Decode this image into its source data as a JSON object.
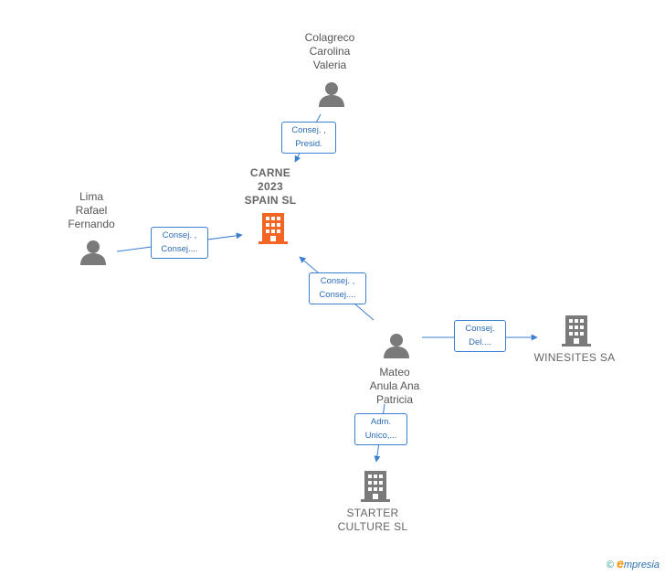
{
  "colors": {
    "person": "#7a7a7a",
    "company": "#7a7a7a",
    "focus_company": "#f26522",
    "link": "#3a7fd0"
  },
  "nodes": {
    "colagreco": {
      "name": "Colagreco\nCarolina\nValeria",
      "icon": "person-icon"
    },
    "carne": {
      "name": "CARNE\n2023\nSPAIN  SL",
      "icon": "building-icon"
    },
    "lima": {
      "name": "Lima\nRafael\nFernando",
      "icon": "person-icon"
    },
    "mateo": {
      "name": "Mateo\nAnula Ana\nPatricia",
      "icon": "person-icon"
    },
    "winesites": {
      "name": "WINESITES SA",
      "icon": "building-icon"
    },
    "starter": {
      "name": "STARTER\nCULTURE  SL",
      "icon": "building-icon"
    }
  },
  "relations": {
    "colagreco_carne": "Consej. ,\nPresid.",
    "lima_carne": "Consej. ,\nConsej....",
    "mateo_carne": "Consej. ,\nConsej....",
    "mateo_winesites": "Consej.\nDel....",
    "mateo_starter": "Adm.\nUnico,..."
  },
  "footer": {
    "copyright": "©",
    "brand_first": "e",
    "brand_rest": "mpresia"
  }
}
